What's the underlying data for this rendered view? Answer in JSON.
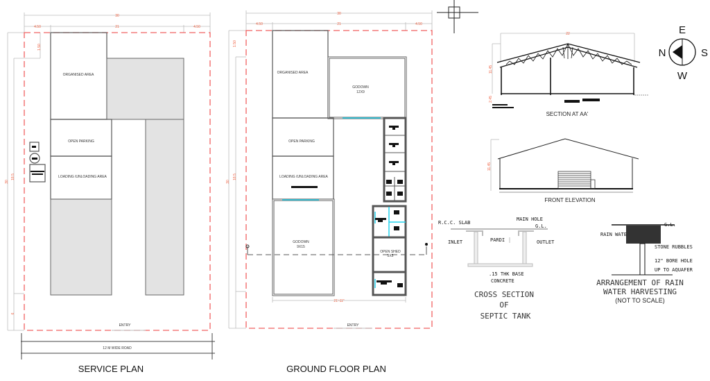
{
  "service_plan": {
    "title": "SERVICE PLAN",
    "dims": {
      "total_width": "30",
      "left_setback": "4.50",
      "building_width": "21",
      "right_setback": "4.50",
      "front_offset": "1.50",
      "total_depth": "30",
      "inner_depth": "18.5",
      "rear": "6"
    },
    "areas": {
      "organised": "ORGANISED AREA",
      "parking": "OPEN PARKING",
      "loading": "LOADING /UNLOADING AREA"
    },
    "entry": "ENTRY",
    "road": "12 M WIDE ROAD"
  },
  "ground_floor_plan": {
    "title": "GROUND FLOOR PLAN",
    "dims": {
      "total_width": "30",
      "left_setback": "4.50",
      "building_width": "21",
      "right_setback": "4.50",
      "front_offset": "1.50",
      "total_depth": "30",
      "inner_depth": "18.5",
      "bottom": "21'-11\""
    },
    "areas": {
      "organised": "ORGANISED AREA",
      "godown1": "GODOWN",
      "godown1_size": "12X9",
      "parking": "OPEN PARKING",
      "loading": "LOADING /UNLOADING AREA",
      "godown2": "GODOWN",
      "godown2_size": "9X15",
      "shed": "OPEN SHED",
      "shed_size": "5X5"
    },
    "entry": "ENTRY"
  },
  "section": {
    "title": "SECTION AT AA'",
    "width": "22",
    "height": "11.45",
    "plinth": "2.45"
  },
  "elevation": {
    "title": "FRONT ELEVATION",
    "height": "11.45"
  },
  "compass": {
    "top": "E",
    "left": "N",
    "right": "S",
    "bottom": "W"
  },
  "septic_tank": {
    "labels": {
      "slab": "R.C.C. SLAB",
      "manhole": "MAIN HOLE",
      "gl": "G.L.",
      "inlet": "INLET",
      "pardi": "PARDI",
      "outlet": "OUTLET",
      "base1": ".15 THK BASE",
      "base2": "CONCRETE"
    },
    "title1": "CROSS SECTION",
    "title2": "OF",
    "title3": "SEPTIC TANK"
  },
  "rain_harvesting": {
    "labels": {
      "gl": "G.L.",
      "rain": "RAIN WATE",
      "rubbles": "STONE RUBBLES",
      "bore": "12\" BORE HOLE",
      "aquifer": "UP TO AQUAFER"
    },
    "title1": "ARRANGEMENT OF RAIN",
    "title2": "WATER HARVESTING",
    "title3": "(NOT TO SCALE)"
  },
  "colors": {
    "boundary": "#f06060",
    "door": "#22d3ee",
    "paving": "#e3e3e3"
  }
}
